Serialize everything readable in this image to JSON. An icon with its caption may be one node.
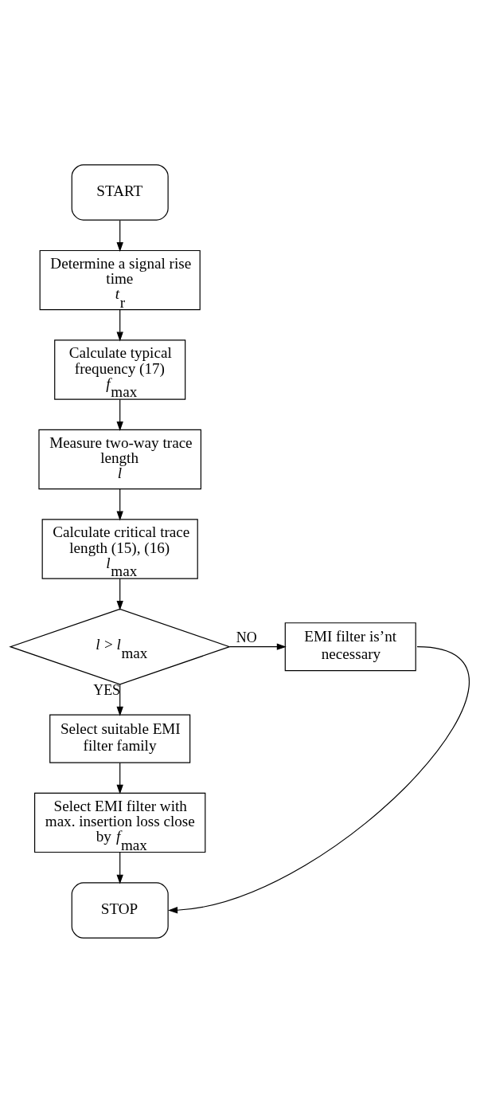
{
  "diagram": {
    "nodes": [
      {
        "text": [
          "START"
        ]
      },
      {
        "text": [
          "Determine a signal rise time",
          "*t*$_{r}$"
        ]
      },
      {
        "text": [
          "Calculate typical frequency (17)",
          "*f*$_{max}$"
        ]
      },
      {
        "text": [
          "Measure two-way trace length",
          "*l*"
        ]
      },
      {
        "text": [
          "Calculate critical trace length (15), (16)",
          "*l*$_{max}$"
        ]
      },
      {
        "text": [
          "*l* > *l*$_{max}$"
        ]
      },
      {
        "text": [
          "EMI filter is’nt necessary"
        ]
      },
      {
        "text": [
          "Select suitable EMI filter family"
        ]
      },
      {
        "text": [
          "Select EMI filter with max. insertion loss close by *f*$_{max}$"
        ]
      },
      {
        "text": [
          "STOP"
        ]
      }
    ],
    "edges": [
      {
        "from": 0,
        "to": 1,
        "arrow": "to"
      },
      {
        "from": 1,
        "to": 2,
        "arrow": "to"
      },
      {
        "from": 2,
        "to": 3,
        "arrow": "to"
      },
      {
        "from": 3,
        "to": 4,
        "arrow": "to"
      },
      {
        "from": 4,
        "to": 5,
        "arrow": "to"
      },
      {
        "from": 5,
        "to": 6,
        "label": "NO",
        "arrow": "to"
      },
      {
        "from": 5,
        "to": 7,
        "label": "YES",
        "arrow": "to"
      },
      {
        "from": 7,
        "to": 8,
        "arrow": "to"
      },
      {
        "from": 8,
        "to": 9,
        "arrow": "to"
      },
      {
        "from": 6,
        "to": 9,
        "arrow": "to"
      }
    ]
  }
}
